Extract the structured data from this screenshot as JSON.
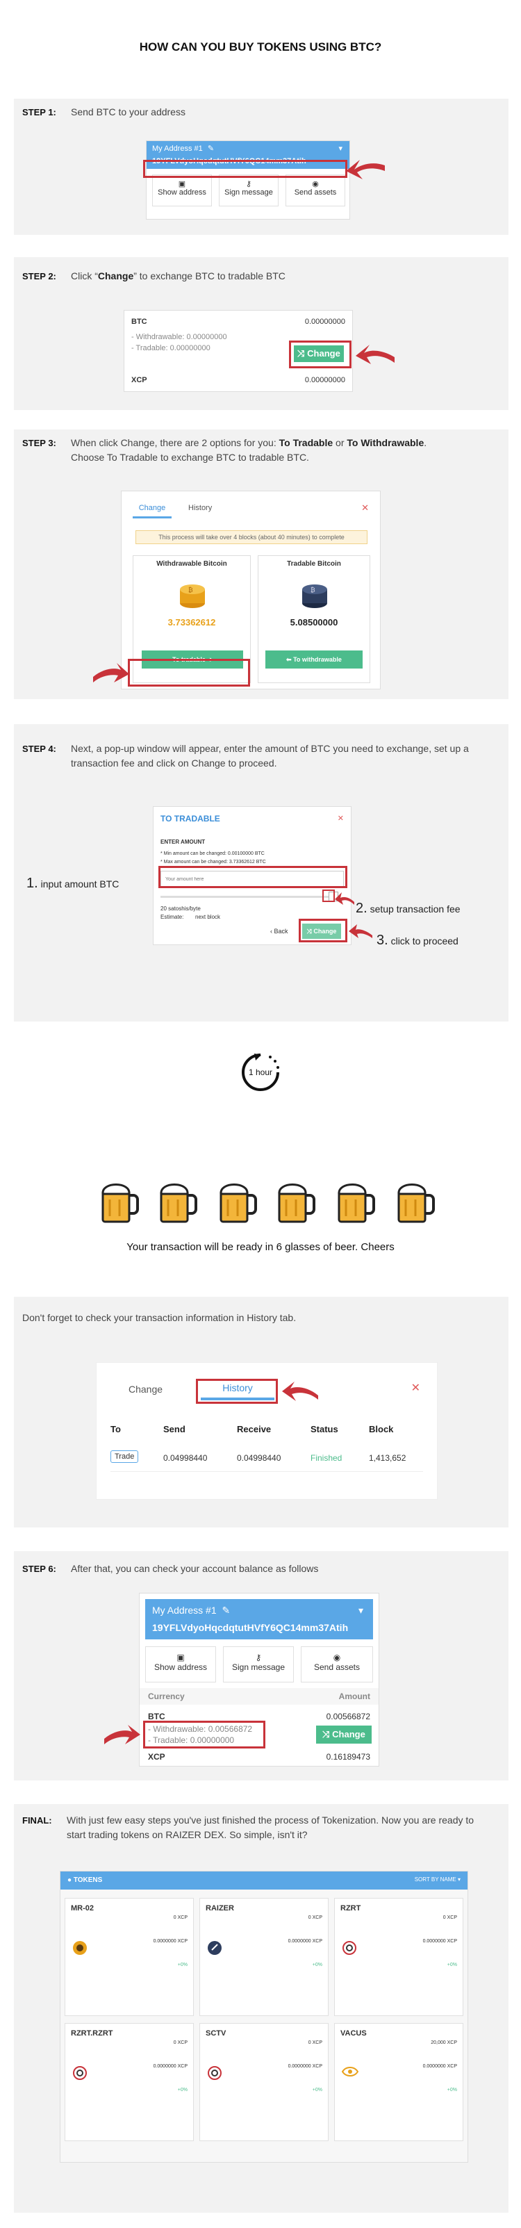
{
  "title": "HOW CAN YOU BUY TOKENS USING BTC?",
  "step1": {
    "label": "STEP 1:",
    "text": "Send BTC to your address",
    "address_name": "My Address #1",
    "address": "19YFLVdyoHqcdqtutHVfY6QC14mm37Atih",
    "buttons": [
      "Show address",
      "Sign message",
      "Send assets"
    ]
  },
  "step2": {
    "label": "STEP 2:",
    "text_pre": "Click “",
    "text_bold": "Change",
    "text_post": "” to exchange BTC to tradable BTC",
    "btc": "BTC",
    "btc_amount": "0.00000000",
    "withdrawable": "- Withdrawable: 0.00000000",
    "tradable": "- Tradable: 0.00000000",
    "change": "Change",
    "xcp": "XCP",
    "xcp_amount": "0.00000000"
  },
  "step3": {
    "label": "STEP 3:",
    "text_a": "When click Change, there are 2 options for you: ",
    "text_b": "To Tradable",
    "text_c": " or ",
    "text_d": "To Withdrawable",
    "text_e": ".",
    "text_line2": "Choose To Tradable to exchange BTC to tradable BTC.",
    "tab_change": "Change",
    "tab_history": "History",
    "notice": "This process will take over 4 blocks (about 40 minutes) to complete",
    "withdrawable_title": "Withdrawable Bitcoin",
    "withdrawable_amount": "3.73362612",
    "tradable_title": "Tradable Bitcoin",
    "tradable_amount": "5.08500000",
    "to_tradable": "To tradable",
    "to_withdrawable": "To withdrawable"
  },
  "step4": {
    "label": "STEP 4:",
    "text": "Next, a pop-up window will appear, enter the amount of BTC you need to exchange, set up a transaction fee and click on Change to proceed.",
    "modal_title": "TO TRADABLE",
    "enter_amount": "ENTER AMOUNT",
    "min_line": "* Min amount can be changed: 0.00100000 BTC",
    "max_line": "* Max amount can be changed: 3.73362612 BTC",
    "input_placeholder": "Your amount here",
    "fee_rate": "20 satoshis/byte",
    "estimate_label": "Estimate:",
    "estimate_value": "next block",
    "back": "Back",
    "change": "Change",
    "ann1_num": "1.",
    "ann1": "input amount BTC",
    "ann2_num": "2.",
    "ann2": "setup transaction fee",
    "ann3_num": "3.",
    "ann3": "click to proceed"
  },
  "wait": {
    "hour": "1 hour",
    "message": "Your transaction will be ready in 6 glasses of beer. Cheers"
  },
  "step5": {
    "text": "Don't forget to check your transaction information in History tab.",
    "tab_change": "Change",
    "tab_history": "History",
    "columns": [
      "To",
      "Send",
      "Receive",
      "Status",
      "Block"
    ],
    "row": [
      "Trade",
      "0.04998440",
      "0.04998440",
      "Finished",
      "1,413,652"
    ]
  },
  "step6": {
    "label": "STEP 6:",
    "text": "After that, you can check your account balance as follows",
    "address_name": "My Address #1",
    "address": "19YFLVdyoHqcdqtutHVfY6QC14mm37Atih",
    "buttons": [
      "Show address",
      "Sign message",
      "Send assets"
    ],
    "currency": "Currency",
    "amount": "Amount",
    "btc": "BTC",
    "btc_amount": "0.00566872",
    "withdrawable": "- Withdrawable: 0.00566872",
    "tradable": "- Tradable: 0.00000000",
    "change": "Change",
    "xcp": "XCP",
    "xcp_amount": "0.16189473"
  },
  "final": {
    "label": "FINAL:",
    "text": "With just few easy steps you've just finished the process of Tokenization. Now you are ready to start trading tokens on RAIZER DEX. So simple, isn't it?",
    "tokens_title": "TOKENS",
    "sort": "SORT BY NAME",
    "tokens": [
      {
        "name": "MR-02",
        "p1": "0 XCP",
        "p2": "0.0000000 XCP",
        "p3": "+0%"
      },
      {
        "name": "RAIZER",
        "p1": "0 XCP",
        "p2": "0.0000000 XCP",
        "p3": "+0%"
      },
      {
        "name": "RZRT",
        "p1": "0 XCP",
        "p2": "0.0000000 XCP",
        "p3": "+0%"
      },
      {
        "name": "RZRT.RZRT",
        "p1": "0 XCP",
        "p2": "0.0000000 XCP",
        "p3": "+0%"
      },
      {
        "name": "SCTV",
        "p1": "0 XCP",
        "p2": "0.0000000 XCP",
        "p3": "+0%"
      },
      {
        "name": "VACUS",
        "p1": "20,000 XCP",
        "p2": "0.0000000 XCP",
        "p3": "+0%"
      }
    ]
  },
  "colors": {
    "accent_blue": "#5aa7e6",
    "red": "#c8333a",
    "green": "#4cbc8c",
    "gold": "#e8a11a"
  }
}
